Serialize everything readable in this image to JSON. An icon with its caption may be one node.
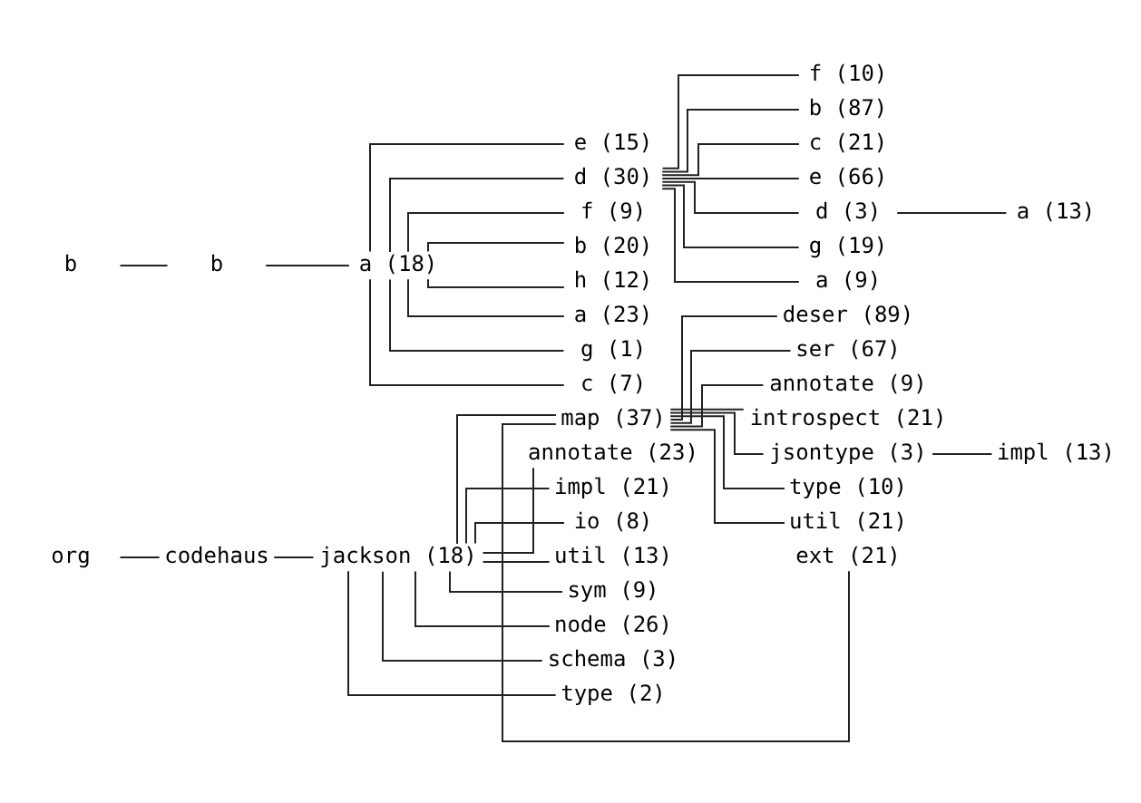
{
  "diagram": {
    "nodes": [
      {
        "text": [
          "org"
        ]
      },
      {
        "text": [
          "codehaus"
        ]
      },
      {
        "text": [
          "jackson (18)"
        ]
      },
      {
        "text": [
          "map (37)"
        ]
      },
      {
        "text": [
          "deser (89)"
        ]
      },
      {
        "text": [
          "ser (67)"
        ]
      },
      {
        "text": [
          "annotate (9)"
        ]
      },
      {
        "text": [
          "introspect (21)"
        ]
      },
      {
        "text": [
          "jsontype (3)"
        ]
      },
      {
        "text": [
          "impl (13)"
        ]
      },
      {
        "text": [
          "type (10)"
        ]
      },
      {
        "text": [
          "util (21)"
        ]
      },
      {
        "text": [
          "ext (21)"
        ]
      },
      {
        "text": [
          "annotate (23)"
        ]
      },
      {
        "text": [
          "impl (21)"
        ]
      },
      {
        "text": [
          "io (8)"
        ]
      },
      {
        "text": [
          "util (13)"
        ]
      },
      {
        "text": [
          "sym (9)"
        ]
      },
      {
        "text": [
          "node (26)"
        ]
      },
      {
        "text": [
          "schema (3)"
        ]
      },
      {
        "text": [
          "type (2)"
        ]
      },
      {
        "text": [
          "b"
        ]
      },
      {
        "text": [
          "b"
        ]
      },
      {
        "text": [
          "a (18)"
        ]
      },
      {
        "text": [
          "e (15)"
        ]
      },
      {
        "text": [
          "d (30)"
        ]
      },
      {
        "text": [
          "f (10)"
        ]
      },
      {
        "text": [
          "b (87)"
        ]
      },
      {
        "text": [
          "c (21)"
        ]
      },
      {
        "text": [
          "e (66)"
        ]
      },
      {
        "text": [
          "d (3)"
        ]
      },
      {
        "text": [
          "a (13)"
        ]
      },
      {
        "text": [
          "g (19)"
        ]
      },
      {
        "text": [
          "a (9)"
        ]
      },
      {
        "text": [
          "f (9)"
        ]
      },
      {
        "text": [
          "b (20)"
        ]
      },
      {
        "text": [
          "h (12)"
        ]
      },
      {
        "text": [
          "a (23)"
        ]
      },
      {
        "text": [
          "g (1)"
        ]
      },
      {
        "text": [
          "c (7)"
        ]
      }
    ],
    "edges": [
      {
        "from": 0,
        "to": 1,
        "arrow": "none"
      },
      {
        "from": 1,
        "to": 2,
        "arrow": "none"
      },
      {
        "from": 2,
        "to": 3,
        "arrow": "none"
      },
      {
        "from": 3,
        "to": 4,
        "arrow": "none"
      },
      {
        "from": 3,
        "to": 5,
        "arrow": "none"
      },
      {
        "from": 3,
        "to": 6,
        "arrow": "none"
      },
      {
        "from": 3,
        "to": 7,
        "arrow": "none"
      },
      {
        "from": 3,
        "to": 8,
        "arrow": "none"
      },
      {
        "from": 8,
        "to": 9,
        "arrow": "none"
      },
      {
        "from": 3,
        "to": 10,
        "arrow": "none"
      },
      {
        "from": 3,
        "to": 11,
        "arrow": "none"
      },
      {
        "from": 3,
        "to": 12,
        "arrow": "none"
      },
      {
        "from": 2,
        "to": 13,
        "arrow": "none"
      },
      {
        "from": 2,
        "to": 14,
        "arrow": "none"
      },
      {
        "from": 2,
        "to": 15,
        "arrow": "none"
      },
      {
        "from": 2,
        "to": 16,
        "arrow": "none"
      },
      {
        "from": 2,
        "to": 17,
        "arrow": "none"
      },
      {
        "from": 2,
        "to": 18,
        "arrow": "none"
      },
      {
        "from": 2,
        "to": 19,
        "arrow": "none"
      },
      {
        "from": 2,
        "to": 20,
        "arrow": "none"
      },
      {
        "from": 21,
        "to": 22,
        "arrow": "none"
      },
      {
        "from": 22,
        "to": 23,
        "arrow": "none"
      },
      {
        "from": 23,
        "to": 24,
        "arrow": "none"
      },
      {
        "from": 23,
        "to": 25,
        "arrow": "none"
      },
      {
        "from": 25,
        "to": 26,
        "arrow": "none"
      },
      {
        "from": 25,
        "to": 27,
        "arrow": "none"
      },
      {
        "from": 25,
        "to": 28,
        "arrow": "none"
      },
      {
        "from": 25,
        "to": 29,
        "arrow": "none"
      },
      {
        "from": 25,
        "to": 30,
        "arrow": "none"
      },
      {
        "from": 30,
        "to": 31,
        "arrow": "none"
      },
      {
        "from": 25,
        "to": 32,
        "arrow": "none"
      },
      {
        "from": 25,
        "to": 33,
        "arrow": "none"
      },
      {
        "from": 23,
        "to": 34,
        "arrow": "none"
      },
      {
        "from": 23,
        "to": 35,
        "arrow": "none"
      },
      {
        "from": 23,
        "to": 36,
        "arrow": "none"
      },
      {
        "from": 23,
        "to": 37,
        "arrow": "none"
      },
      {
        "from": 23,
        "to": 38,
        "arrow": "none"
      },
      {
        "from": 23,
        "to": 39,
        "arrow": "none"
      }
    ]
  }
}
